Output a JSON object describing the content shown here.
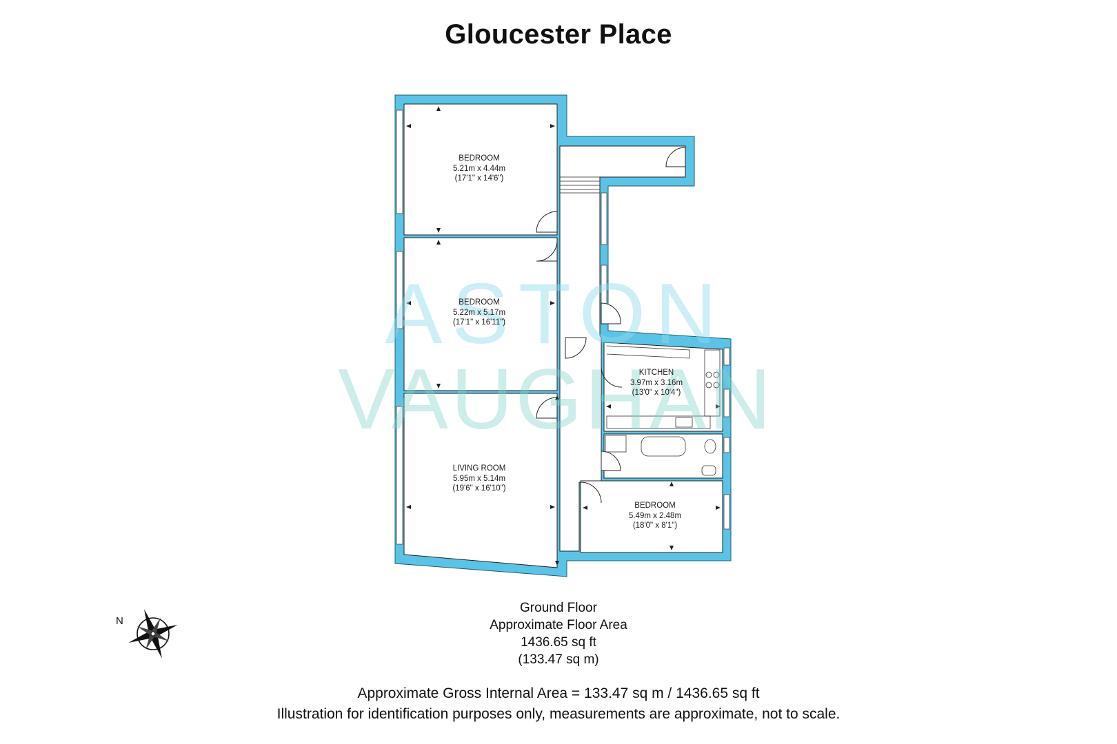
{
  "title": "Gloucester Place",
  "watermark": {
    "line1": "ASTON",
    "line2": "VAUGHAN"
  },
  "rooms": [
    {
      "name": "BEDROOM",
      "metric": "5.21m x 4.44m",
      "imperial": "(17'1\" x 14'6\")"
    },
    {
      "name": "BEDROOM",
      "metric": "5.22m x 5.17m",
      "imperial": "(17'1\" x 16'11\")"
    },
    {
      "name": "LIVING ROOM",
      "metric": "5.95m x 5.14m",
      "imperial": "(19'6\" x 16'10\")"
    },
    {
      "name": "KITCHEN",
      "metric": "3.97m x 3.16m",
      "imperial": "(13'0\" x 10'4\")"
    },
    {
      "name": "BEDROOM",
      "metric": "5.49m x 2.48m",
      "imperial": "(18'0\" x 8'1\")"
    }
  ],
  "floor": {
    "name": "Ground Floor",
    "area_label": "Approximate Floor Area",
    "area_sqft": "1436.65 sq ft",
    "area_sqm": "(133.47 sq m)"
  },
  "footer": {
    "gross_area": "Approximate Gross Internal Area = 133.47 sq m / 1436.65 sq ft",
    "disclaimer": "Illustration for identification purposes only, measurements are approximate, not to scale."
  },
  "compass": {
    "north_label": "N"
  },
  "colors": {
    "wall": "#5bc3e6",
    "interior": "#ffffff",
    "line": "#222222",
    "watermark": "#7fd0e8"
  }
}
